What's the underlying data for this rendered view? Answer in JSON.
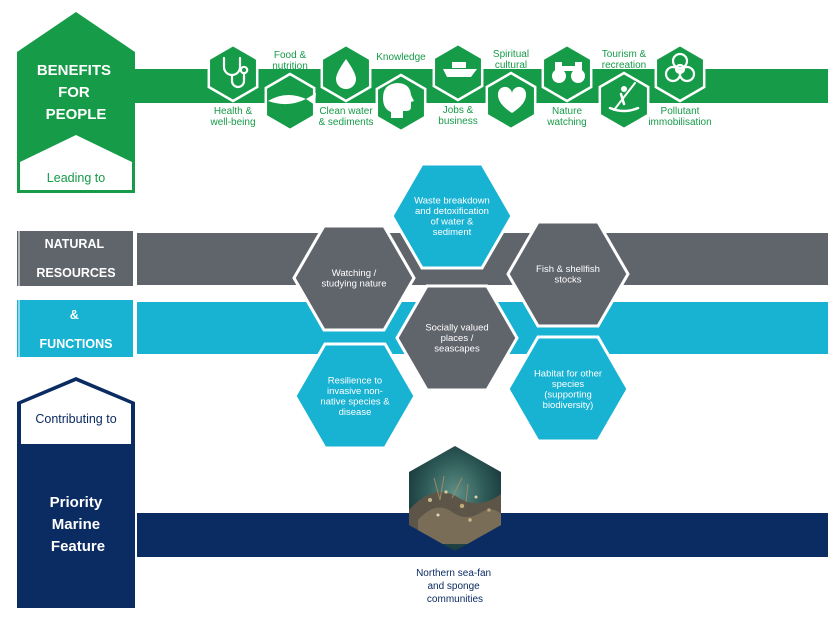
{
  "benefits": {
    "heading": [
      "BENEFITS",
      "FOR",
      "PEOPLE"
    ],
    "leading": "Leading to",
    "items": [
      {
        "label": [
          "Health &",
          "well-being"
        ],
        "icon": "stethoscope-icon"
      },
      {
        "label": [
          "Food &",
          "nutrition"
        ],
        "icon": "fish-icon"
      },
      {
        "label": [
          "Clean water",
          "& sediments"
        ],
        "icon": "water-drop-icon"
      },
      {
        "label": [
          "Knowledge"
        ],
        "icon": "head-icon"
      },
      {
        "label": [
          "Jobs &",
          "business"
        ],
        "icon": "boat-icon"
      },
      {
        "label": [
          "Spiritual",
          "cultural"
        ],
        "icon": "heart-icon"
      },
      {
        "label": [
          "Nature",
          "watching"
        ],
        "icon": "binoculars-icon"
      },
      {
        "label": [
          "Tourism &",
          "recreation"
        ],
        "icon": "kayak-icon"
      },
      {
        "label": [
          "Pollutant",
          "immobilisation"
        ],
        "icon": "biohazard-icon"
      }
    ]
  },
  "resources": {
    "natural": [
      "NATURAL",
      "RESOURCES"
    ],
    "functions": [
      "&",
      "FUNCTIONS"
    ],
    "hexes": [
      {
        "label": [
          "Waste breakdown",
          "and detoxification",
          "of water &",
          "sediment"
        ],
        "tone": "blue"
      },
      {
        "label": [
          "Watching /",
          "studying nature"
        ],
        "tone": "grey"
      },
      {
        "label": [
          "Fish & shellfish",
          "stocks"
        ],
        "tone": "grey"
      },
      {
        "label": [
          "Socially valued",
          "places /",
          "seascapes"
        ],
        "tone": "grey"
      },
      {
        "label": [
          "Resilience to",
          "invasive non-",
          "native species &",
          "disease"
        ],
        "tone": "blue"
      },
      {
        "label": [
          "Habitat for other",
          "species",
          "(supporting",
          "biodiversity)"
        ],
        "tone": "blue"
      }
    ]
  },
  "feature": {
    "contributing": "Contributing to",
    "heading": [
      "Priority",
      "Marine",
      "Feature"
    ],
    "caption": [
      "Northern sea-fan",
      "and sponge",
      "communities"
    ]
  },
  "colors": {
    "green": "#169b48",
    "grey": "#60646b",
    "blue": "#18b2d3",
    "navy": "#0b2b63"
  }
}
